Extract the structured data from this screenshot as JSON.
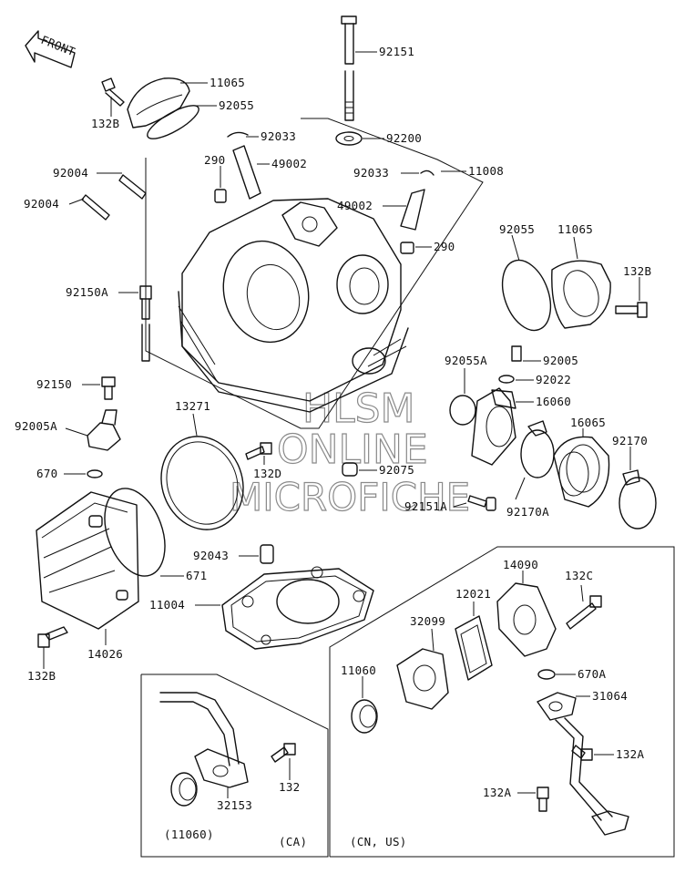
{
  "front_label": "FRONT",
  "region_labels": {
    "ca": "(CA)",
    "cn_us": "(CN, US)"
  },
  "watermark": [
    "HLSM",
    "ONLINE",
    "MICROFICHE"
  ],
  "parts": {
    "p92151": "92151",
    "p11065a": "11065",
    "p132b_a": "132B",
    "p92055a": "92055",
    "p92033a": "92033",
    "p92200": "92200",
    "p290a": "290",
    "p49002a": "49002",
    "p92004a": "92004",
    "p92004b": "92004",
    "p92033b": "92033",
    "p11008": "11008",
    "p49002b": "49002",
    "p290b": "290",
    "p92055b": "92055",
    "p11065b": "11065",
    "p132b_b": "132B",
    "p92150a": "92150A",
    "p92055A": "92055A",
    "p92005": "92005",
    "p92022": "92022",
    "p16060": "16060",
    "p92150": "92150",
    "p13271": "13271",
    "p16065": "16065",
    "p92170": "92170",
    "p92005A": "92005A",
    "p132d": "132D",
    "p92075": "92075",
    "p670": "670",
    "p92151A": "92151A",
    "p92170A": "92170A",
    "p92043": "92043",
    "p671": "671",
    "p14090": "14090",
    "p132c": "132C",
    "p11004": "11004",
    "p12021": "12021",
    "p32099": "32099",
    "p14026": "14026",
    "p132b_c": "132B",
    "p11060": "11060",
    "p670A": "670A",
    "p31064": "31064",
    "p132A_a": "132A",
    "p132": "132",
    "p132A_b": "132A",
    "p32153": "32153",
    "p11060p": "(11060)"
  }
}
